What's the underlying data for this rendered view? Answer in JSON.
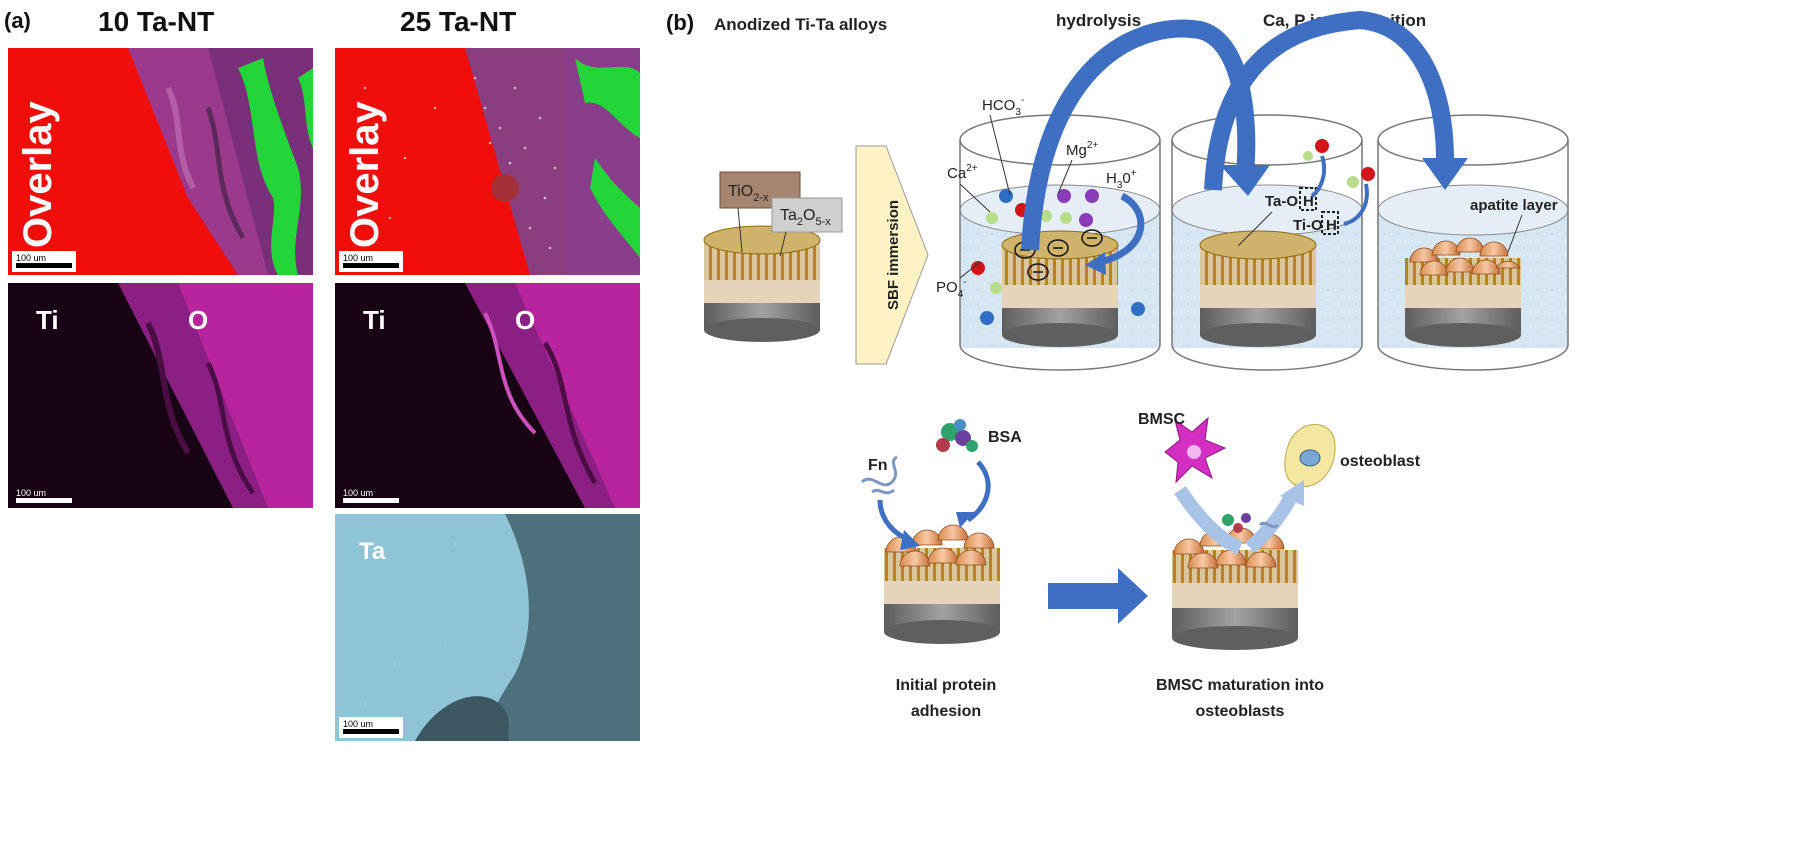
{
  "panel_a": {
    "label": "(a)",
    "col1_title": "10 Ta-NT",
    "col2_title": "25 Ta-NT",
    "overlay": "Overlay",
    "ti": "Ti",
    "o": "O",
    "ta": "Ta",
    "scale": "100 um",
    "colors": {
      "ti_red": "#f00d0a",
      "o_magenta": "#b8239e",
      "ta_cyan": "#8fc3d6",
      "green": "#22d63a"
    }
  },
  "panel_b": {
    "label": "(b)",
    "anodized": "Anodized Ti-Ta alloys",
    "tio2": "TiO",
    "tio2_sub": "2-x",
    "ta2o5_a": "Ta",
    "ta2o5_b": "2",
    "ta2o5_c": "O",
    "ta2o5_d": "5-x",
    "sbf": "SBF immersion",
    "hydrolysis": "hydrolysis",
    "deposition": "Ca, P ion deposition",
    "hco3": "HCO",
    "hco3_sub": "3",
    "hco3_sup": "-",
    "mg": "Mg",
    "mg_sup": "2+",
    "ca": "Ca",
    "ca_sup": "2+",
    "h3o": "H",
    "h3o_sub": "3",
    "h3o_b": "0",
    "h3o_sup": "+",
    "po4": "PO",
    "po4_sub": "4",
    "po4_sup": "-",
    "ta_o": "Ta-O",
    "h": "H",
    "ti_o": "Ti-O",
    "apatite": "apatite layer",
    "fn": "Fn",
    "bsa": "BSA",
    "bmsc": "BMSC",
    "osteoblast": "osteoblast",
    "initial_1": "Initial protein",
    "initial_2": "adhesion",
    "matur_1": "BMSC maturation into",
    "matur_2": "osteoblasts",
    "colors": {
      "arrow_blue": "#3f6fc2",
      "oxide_box": "#a58470",
      "ta_box": "#cfcfcf",
      "sbf_fill": "#fff3c6",
      "liquid": "#d7e6f3"
    }
  }
}
